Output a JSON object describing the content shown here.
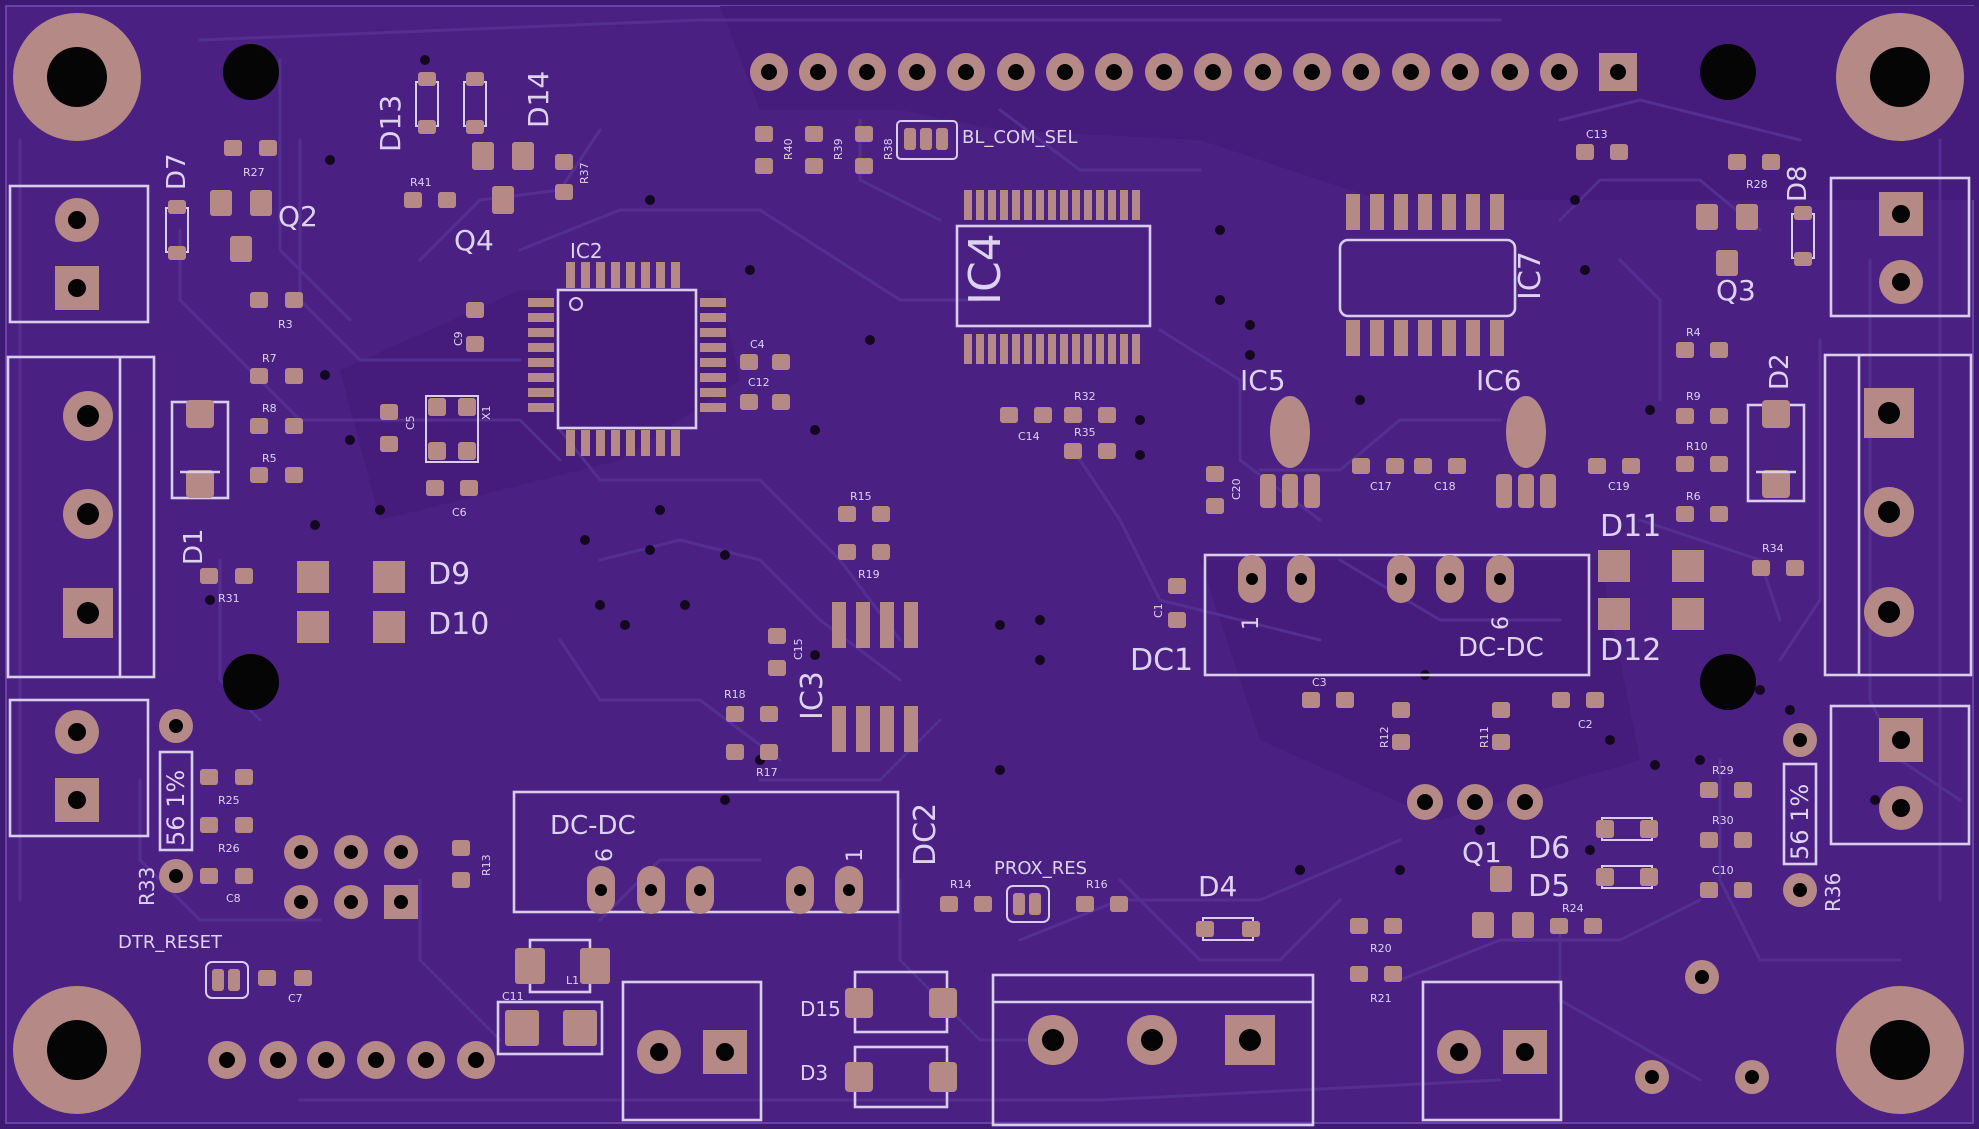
{
  "board": {
    "colors": {
      "soldermask": "#4a2083",
      "copper_pad": "#b58a86",
      "silkscreen": "#d8cdea",
      "drill": "#050505"
    }
  },
  "labels": {
    "d7": "D7",
    "q2": "Q2",
    "r27": "R27",
    "r3": "R3",
    "r7": "R7",
    "r8": "R8",
    "r5": "R5",
    "d1": "D1",
    "r31": "R31",
    "d9": "D9",
    "d10": "D10",
    "d13": "D13",
    "d14": "D14",
    "r41": "R41",
    "q4": "Q4",
    "r37": "R37",
    "ic2": "IC2",
    "c9": "C9",
    "c5": "C5",
    "x1": "X1",
    "c6": "C6",
    "c4": "C4",
    "c12": "C12",
    "r40": "R40",
    "r39": "R39",
    "r38": "R38",
    "bl_com_sel": "BL_COM_SEL",
    "ic4": "IC4",
    "c14": "C14",
    "r32": "R32",
    "r35": "R35",
    "r15": "R15",
    "r19": "R19",
    "c15": "C15",
    "ic3": "IC3",
    "r18": "R18",
    "r17": "R17",
    "ic7": "IC7",
    "c13": "C13",
    "ic5": "IC5",
    "ic6": "IC6",
    "c20": "C20",
    "c17": "C17",
    "c18": "C18",
    "c19": "C19",
    "c1": "C1",
    "dc1": "DC1",
    "dc1_pin1": "1",
    "dc1_pin6": "6",
    "dc1_type": "DC-DC",
    "c3": "C3",
    "r12": "R12",
    "r11": "R11",
    "c2": "C2",
    "d8": "D8",
    "r28": "R28",
    "q3": "Q3",
    "r4": "R4",
    "d2": "D2",
    "r9": "R9",
    "r10": "R10",
    "r6": "R6",
    "d11": "D11",
    "d12": "D12",
    "r34": "R34",
    "r33": "R33",
    "r33_value": "56 1%",
    "r25": "R25",
    "r26": "R26",
    "c8": "C8",
    "r13": "R13",
    "dtr_reset": "DTR_RESET",
    "c7": "C7",
    "dc2": "DC2",
    "dc2_type": "DC-DC",
    "dc2_pin6": "6",
    "dc2_pin1": "1",
    "r14": "R14",
    "prox_res": "PROX_RES",
    "r16": "R16",
    "l1": "L1",
    "c11": "C11",
    "d15": "D15",
    "d3": "D3",
    "d4": "D4",
    "r20": "R20",
    "r21": "R21",
    "q1": "Q1",
    "d6": "D6",
    "d5": "D5",
    "r24": "R24",
    "r29": "R29",
    "r30": "R30",
    "c10": "C10",
    "r36": "R36",
    "r36_value": "56 1%"
  }
}
